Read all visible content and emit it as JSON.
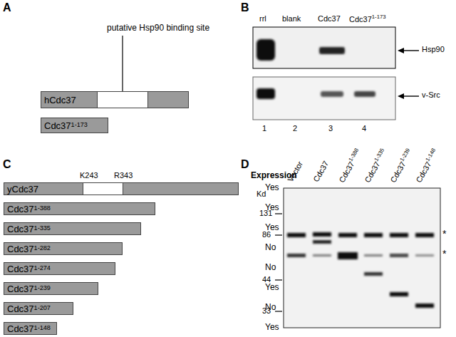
{
  "diagram": {
    "nodes": [
      {
        "text": [
          "hCdc37"
        ]
      },
      {
        "text": [
          "Cdc37",
          "1-173"
        ]
      },
      {
        "text": [
          "yCdc37"
        ]
      },
      {
        "text": [
          "Cdc37",
          "1-388"
        ]
      },
      {
        "text": [
          "Cdc37",
          "1-335"
        ]
      },
      {
        "text": [
          "Cdc37",
          "1-282"
        ]
      },
      {
        "text": [
          "Cdc37",
          "1-274"
        ]
      },
      {
        "text": [
          "Cdc37",
          "1-239"
        ]
      },
      {
        "text": [
          "Cdc37",
          "1-207"
        ]
      },
      {
        "text": [
          "Cdc37",
          "1-148"
        ]
      }
    ],
    "labels": [
      "A",
      "putative Hsp90 binding site",
      "B",
      "rrl",
      "blank",
      "Cdc37",
      "Cdc37",
      "1-173",
      "Hsp90",
      "v-Src",
      "1",
      "2",
      "3",
      "4",
      "C",
      "K243",
      "R343",
      "Expression",
      "Yes",
      "Yes",
      "Yes",
      "No",
      "No",
      "Yes",
      "No",
      "Yes",
      "D",
      "Kd",
      "131",
      "86",
      "44",
      "33",
      "Vector",
      "Cdc37",
      "Cdc37",
      "1-388",
      "Cdc37",
      "1-335",
      "Cdc37",
      "1-239",
      "Cdc37",
      "1-148",
      "*",
      "*"
    ]
  }
}
